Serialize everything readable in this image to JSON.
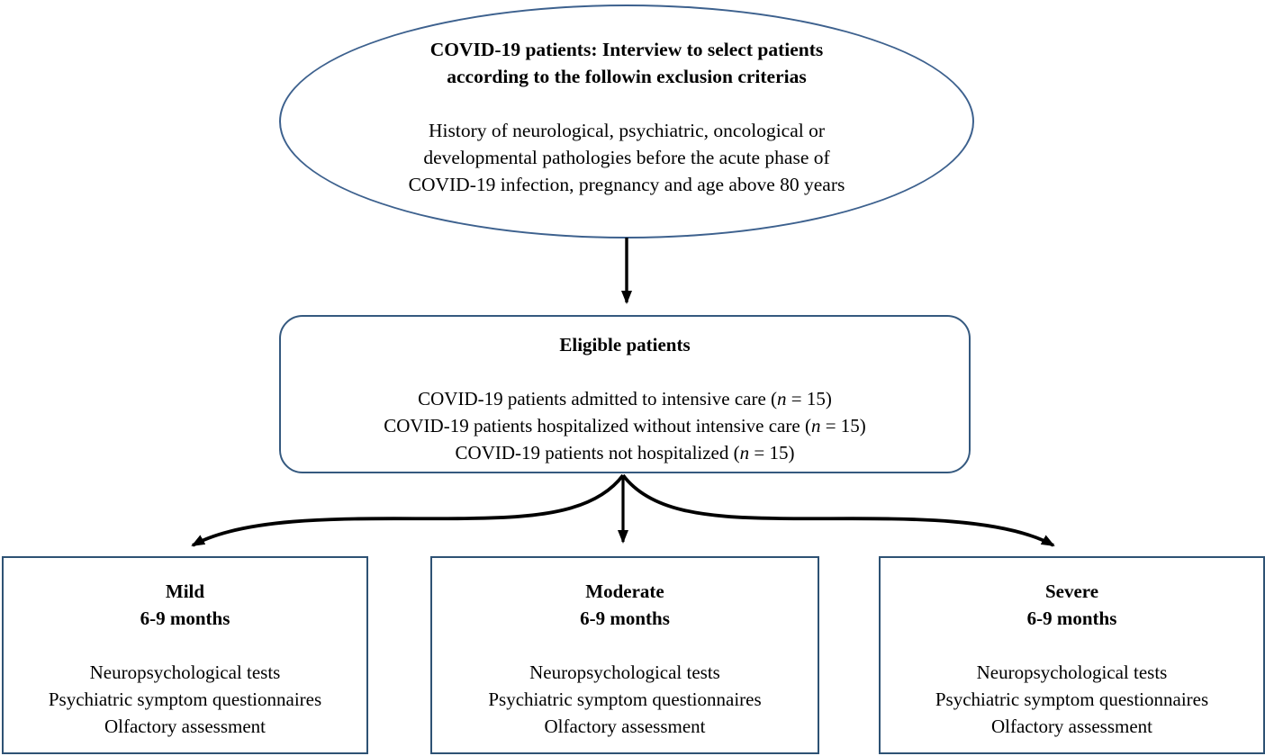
{
  "colors": {
    "ellipse_border": "#3d618e",
    "rounded_box_border": "#35597f",
    "severity_box_border": "#2e5274",
    "arrow": "#000000",
    "background": "#ffffff",
    "text": "#000000"
  },
  "flowchart": {
    "exclusion": {
      "title_line1": "COVID-19 patients: Interview to select patients",
      "title_line2": "according to the followin exclusion criterias",
      "body_line1": "History of neurological, psychiatric, oncological or",
      "body_line2": "developmental pathologies before the acute phase of",
      "body_line3": "COVID-19 infection, pregnancy and age above 80 years"
    },
    "eligible": {
      "title": "Eligible patients",
      "groups": [
        {
          "pre": "COVID-19 patients admitted to intensive care (",
          "var": "n",
          "post": " = 15)"
        },
        {
          "pre": "COVID-19 patients hospitalized without intensive care (",
          "var": "n",
          "post": " = 15)"
        },
        {
          "pre": "COVID-19 patients not hospitalized (",
          "var": "n",
          "post": " = 15)"
        }
      ]
    },
    "branches": [
      {
        "severity": "Mild",
        "followup": "6-9 months",
        "assessments": [
          "Neuropsychological tests",
          "Psychiatric symptom questionnaires",
          "Olfactory assessment"
        ]
      },
      {
        "severity": "Moderate",
        "followup": "6-9 months",
        "assessments": [
          "Neuropsychological tests",
          "Psychiatric symptom questionnaires",
          "Olfactory assessment"
        ]
      },
      {
        "severity": "Severe",
        "followup": "6-9 months",
        "assessments": [
          "Neuropsychological tests",
          "Psychiatric symptom questionnaires",
          "Olfactory assessment"
        ]
      }
    ],
    "connections": [
      {
        "from": "exclusion-interview",
        "to": "eligible-patients"
      },
      {
        "from": "eligible-patients",
        "to": "mild"
      },
      {
        "from": "eligible-patients",
        "to": "moderate"
      },
      {
        "from": "eligible-patients",
        "to": "severe"
      }
    ]
  }
}
